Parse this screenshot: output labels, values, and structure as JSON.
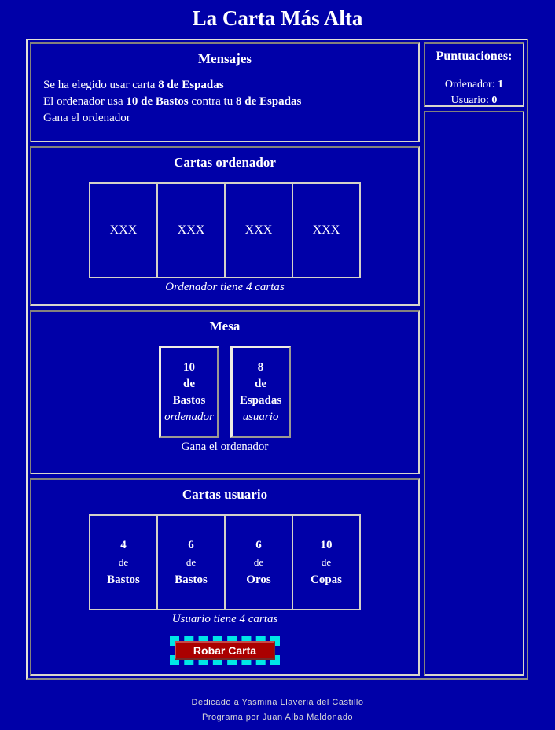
{
  "page": {
    "title": "La Carta Más Alta",
    "background_color": "#0000A8",
    "border_color": "#D8D5CC"
  },
  "messages": {
    "header": "Mensajes",
    "line1_pre": "Se ha elegido usar carta ",
    "line1_bold": "8 de Espadas",
    "line2_pre": "El ordenador usa ",
    "line2_bold1": "10 de Bastos",
    "line2_mid": " contra tu ",
    "line2_bold2": "8 de Espadas",
    "line3": "Gana el ordenador"
  },
  "computer_cards": {
    "header": "Cartas ordenador",
    "cards": [
      "XXX",
      "XXX",
      "XXX",
      "XXX"
    ],
    "caption": "Ordenador tiene 4 cartas"
  },
  "mesa": {
    "header": "Mesa",
    "cards": [
      {
        "value": "10",
        "de": "de",
        "suit": "Bastos",
        "owner": "ordenador"
      },
      {
        "value": "8",
        "de": "de",
        "suit": "Espadas",
        "owner": "usuario"
      }
    ],
    "caption": "Gana el ordenador"
  },
  "user_cards": {
    "header": "Cartas usuario",
    "cards": [
      {
        "value": "4",
        "de": "de",
        "suit": "Bastos"
      },
      {
        "value": "6",
        "de": "de",
        "suit": "Bastos"
      },
      {
        "value": "6",
        "de": "de",
        "suit": "Oros"
      },
      {
        "value": "10",
        "de": "de",
        "suit": "Copas"
      }
    ],
    "caption": "Usuario tiene 4 cartas",
    "draw_button_label": "Robar Carta",
    "button_color": "#AA0000",
    "focus_outline_color": "#00E6E6"
  },
  "scores": {
    "header": "Puntuaciones:",
    "computer_label": "Ordenador: ",
    "computer_value": "1",
    "user_label": "Usuario: ",
    "user_value": "0"
  },
  "footer": {
    "line1": "Dedicado a Yasmina Llaveria del Castillo",
    "line2": "Programa por Juan Alba Maldonado"
  }
}
